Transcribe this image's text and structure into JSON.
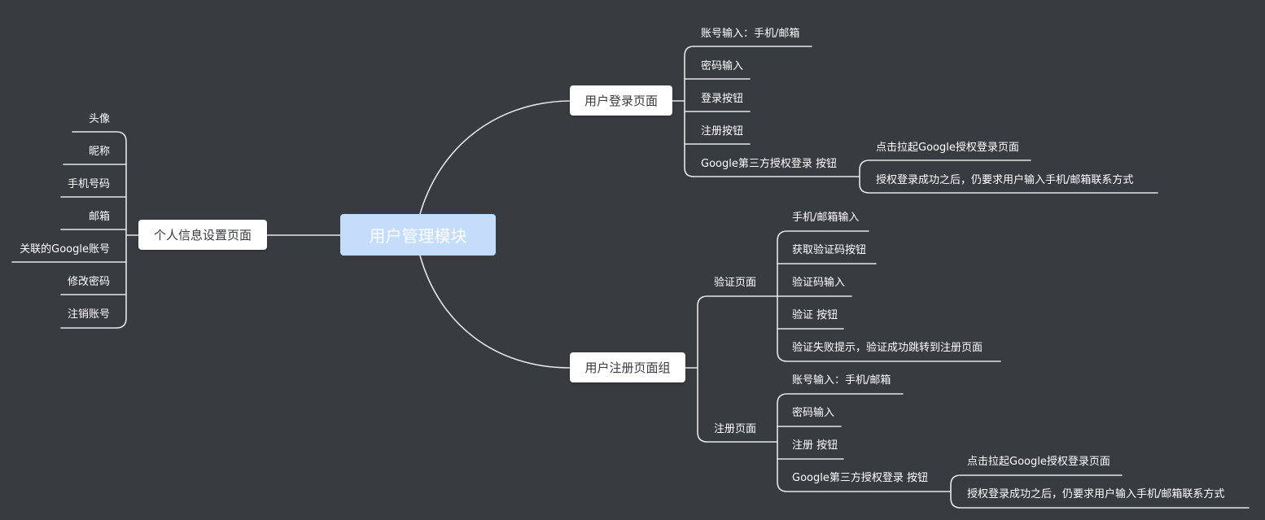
{
  "root": "用户管理模块",
  "branches": {
    "login": {
      "label": "用户登录页面",
      "items": [
        "账号输入：手机/邮箱",
        "密码输入",
        "登录按钮",
        "注册按钮",
        "Google第三方授权登录 按钮"
      ],
      "google_sub": [
        "点击拉起Google授权登录页面",
        "授权登录成功之后，仍要求用户输入手机/邮箱联系方式"
      ]
    },
    "register": {
      "label": "用户注册页面组",
      "verify": {
        "label": "验证页面",
        "items": [
          "手机/邮箱输入",
          "获取验证码按钮",
          "验证码输入",
          "验证 按钮",
          "验证失败提示，验证成功跳转到注册页面"
        ]
      },
      "signup": {
        "label": "注册页面",
        "items": [
          "账号输入：手机/邮箱",
          "密码输入",
          "注册 按钮",
          "Google第三方授权登录 按钮"
        ],
        "google_sub": [
          "点击拉起Google授权登录页面",
          "授权登录成功之后，仍要求用户输入手机/邮箱联系方式"
        ]
      }
    },
    "profile": {
      "label": "个人信息设置页面",
      "items": [
        "头像",
        "昵称",
        "手机号码",
        "邮箱",
        "关联的Google账号",
        "修改密码",
        "注销账号"
      ]
    }
  },
  "colors": {
    "background": "#383b40",
    "root_fill": "#c5dcfb",
    "node_fill": "#ffffff",
    "line": "#e6e6e6"
  }
}
